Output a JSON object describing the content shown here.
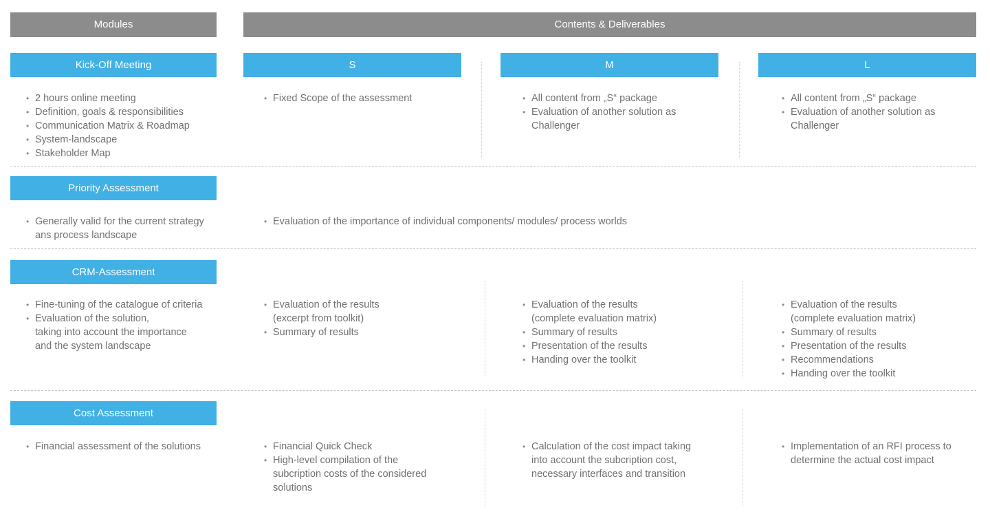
{
  "headers": {
    "modules": "Modules",
    "contents": "Contents & Deliverables"
  },
  "packages": {
    "s": "S",
    "m": "M",
    "l": "L"
  },
  "modules": {
    "kickoff": {
      "title": "Kick-Off Meeting",
      "items": [
        "2 hours online meeting",
        "Definition, goals & responsibilities",
        "Communication Matrix & Roadmap",
        "System-landscape",
        "Stakeholder Map"
      ],
      "s": [
        "Fixed Scope of the assessment"
      ],
      "m": [
        "All content from „S“ package",
        "Evaluation of another solution as",
        "Challenger"
      ],
      "l": [
        "All content from „S“ package",
        "Evaluation of another solution as",
        "Challenger"
      ]
    },
    "priority": {
      "title": "Priority Assessment",
      "items": [
        "Generally valid for the current strategy",
        "ans process landscape"
      ],
      "all": [
        "Evaluation of the importance of individual components/ modules/ process worlds"
      ]
    },
    "crm": {
      "title": "CRM-Assessment",
      "items": [
        "Fine-tuning of the catalogue of criteria",
        "Evaluation of the solution,",
        "taking into account the importance",
        "and the system landscape"
      ],
      "s": [
        "Evaluation of the results",
        "(excerpt from toolkit)",
        "Summary of results"
      ],
      "m": [
        "Evaluation of the results",
        "(complete evaluation matrix)",
        "Summary of results",
        "Presentation of the results",
        "Handing over the toolkit"
      ],
      "l": [
        "Evaluation of the results",
        "(complete evaluation matrix)",
        "Summary of results",
        "Presentation of the results",
        "Recommendations",
        "Handing over the toolkit"
      ]
    },
    "cost": {
      "title": "Cost Assessment",
      "items": [
        "Financial assessment of the solutions"
      ],
      "s": [
        "Financial Quick Check",
        "High-level compilation of the",
        "subcription costs of the considered",
        "solutions"
      ],
      "m": [
        "Calculation of the cost impact taking",
        "into account the subcription cost,",
        "necessary interfaces and transition"
      ],
      "l": [
        "Implementation of an RFI process to",
        "determine the actual cost impact"
      ]
    }
  }
}
